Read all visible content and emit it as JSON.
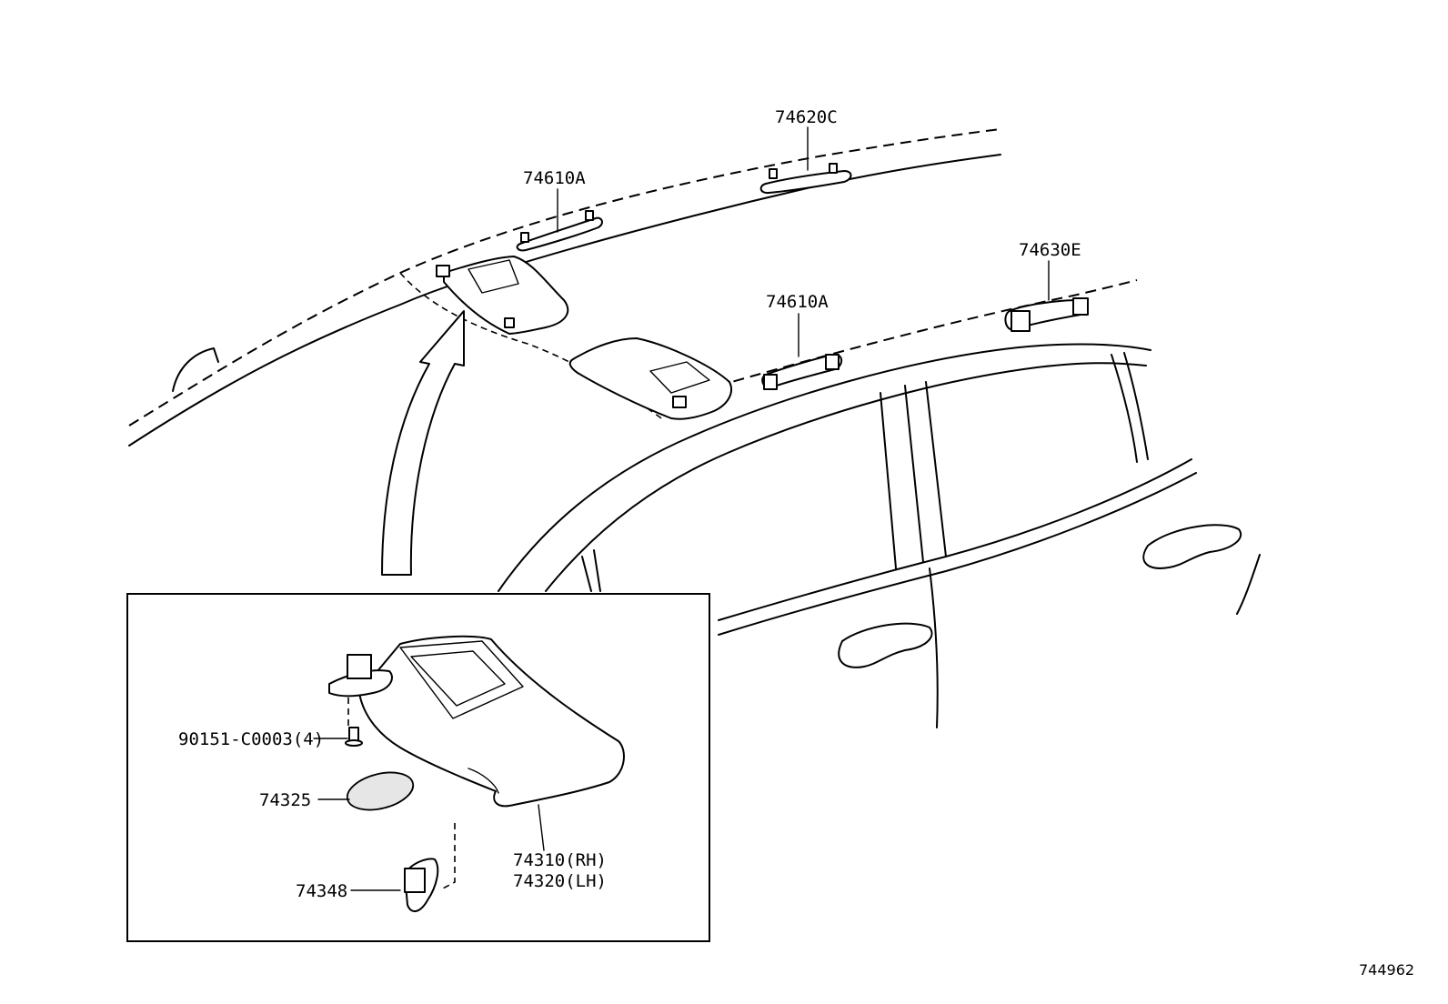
{
  "diagram": {
    "labels": {
      "assist_grip_front": "74610A",
      "assist_grip_rear_top": "74620C",
      "assist_grip_rear_right": "74630E",
      "assist_grip_front_right": "74610A",
      "screw": "90151-C0003(4)",
      "holder_cover": "74325",
      "visor_holder": "74348",
      "visor_rh": "74310(RH)",
      "visor_lh": "74320(LH)"
    },
    "reference_number": "744962"
  }
}
